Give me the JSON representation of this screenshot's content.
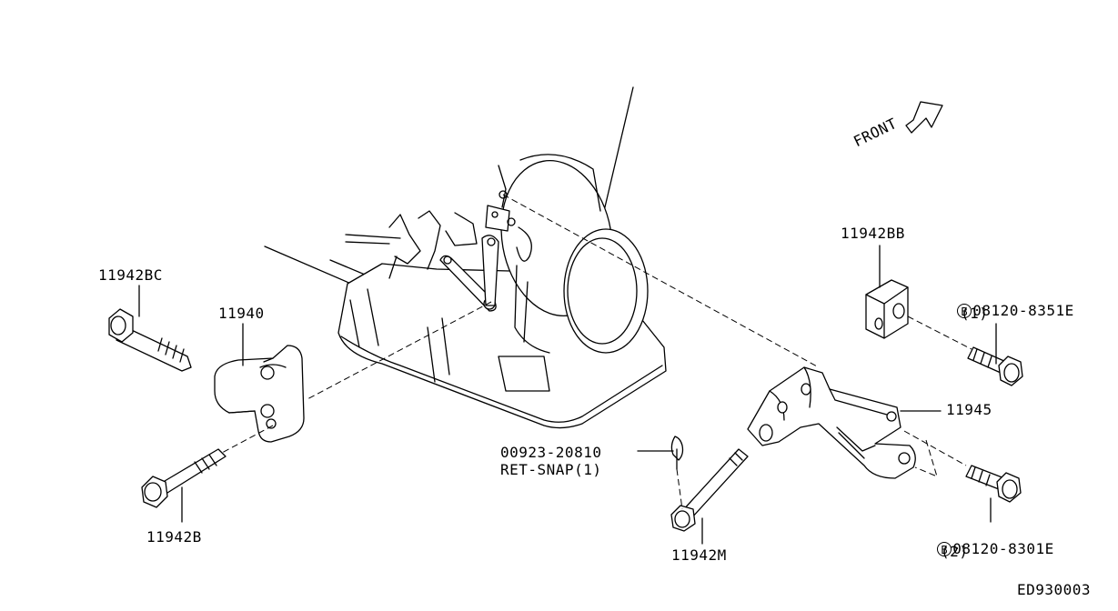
{
  "labels": {
    "p_11942bc": "11942BC",
    "p_11940": "11940",
    "p_11942b": "11942B",
    "p_11942bb": "11942BB",
    "p_11945": "11945",
    "p_11942m": "11942M",
    "ret_snap_code": "00923-20810",
    "ret_snap_name": "RET-SNAP(1)",
    "bolt_8351e_mark": "B",
    "bolt_8351e_code": "08120-8351E",
    "bolt_8351e_qty": "(1)",
    "bolt_8301e_mark": "B",
    "bolt_8301e_code": "08120-8301E",
    "bolt_8301e_qty": "(2)",
    "front": "FRONT",
    "figure_code": "ED930003"
  }
}
